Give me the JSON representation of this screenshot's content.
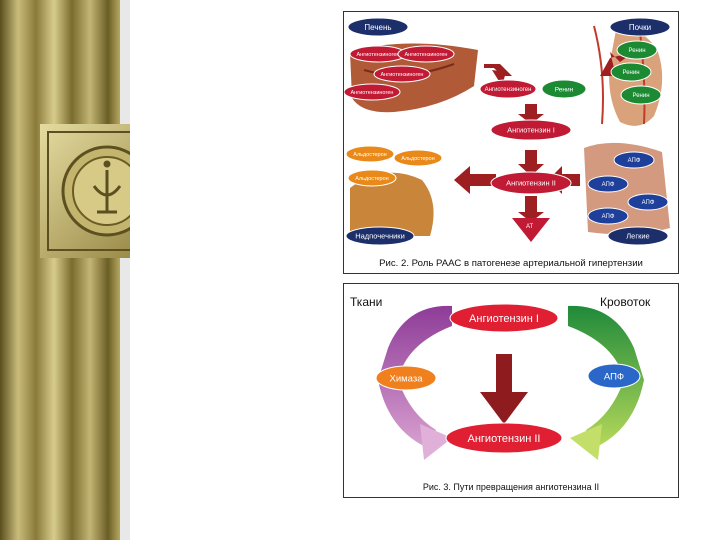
{
  "fig1": {
    "caption": "Рис. 2. Роль РААС в патогенезе артериальной гипертензии",
    "liver_label": "Печень",
    "liver_items": [
      "Ангиотензиноген",
      "Ангиотензиноген",
      "Ангиотензиноген",
      "Ангиотензиноген"
    ],
    "kidney_label": "Почки",
    "kidney_items": [
      "Ренин",
      "Ренин",
      "Ренин"
    ],
    "angiotensinogen": "Ангиотензиноген",
    "renin": "Ренин",
    "angiotensin1": "Ангиотензин I",
    "angiotensin2": "Ангиотензин II",
    "at": "АТ",
    "adrenal_label": "Надпочечники",
    "adrenal_items": [
      "Альдостерон",
      "Альдостерон",
      "Альдостерон"
    ],
    "lung_label": "Легкие",
    "lung_items": [
      "АПФ",
      "АПФ",
      "АПФ",
      "АПФ"
    ]
  },
  "fig2": {
    "caption": "Рис. 3. Пути превращения ангиотензина II",
    "tissue_label": "Ткани",
    "blood_label": "Кровоток",
    "angiotensin1": "Ангиотензин I",
    "angiotensin2": "Ангиотензин II",
    "chymase": "Химаза",
    "ace": "АПФ"
  }
}
